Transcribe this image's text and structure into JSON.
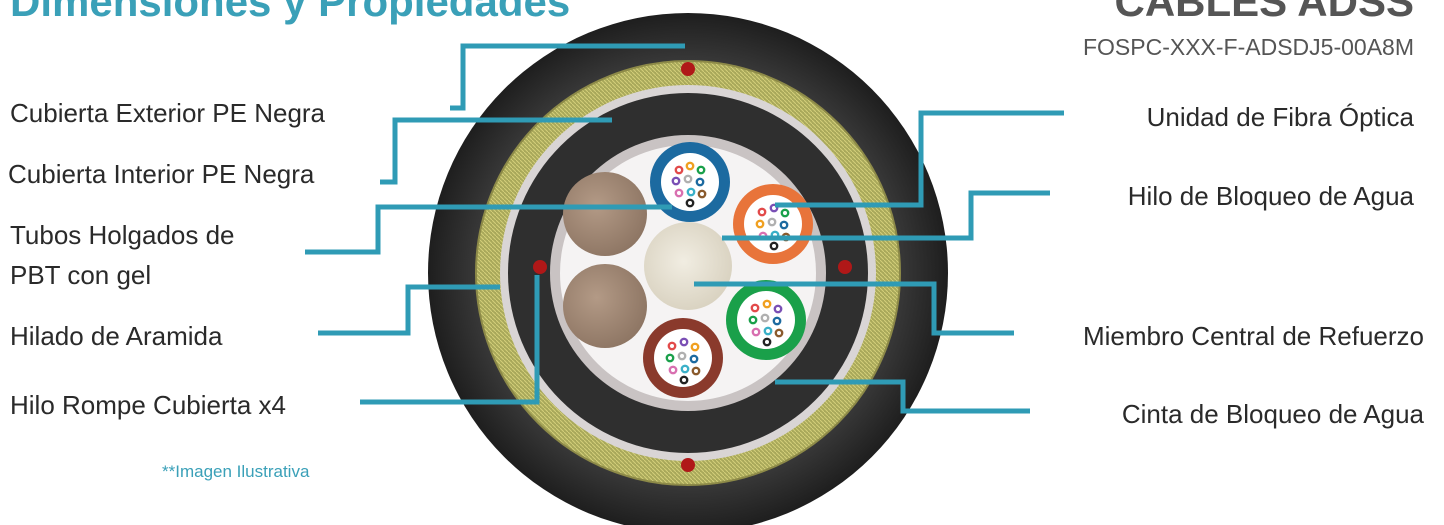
{
  "header": {
    "title": "Dimensiones y Propiedades",
    "product": "CABLES ADSS",
    "model": "FOSPC-XXX-F-ADSDJ5-00A8M"
  },
  "labels": {
    "left": {
      "outer_jacket": "Cubierta Exterior PE Negra",
      "inner_jacket": "Cubierta Interior PE Negra",
      "loose_tubes_line1": "Tubos Holgados de",
      "loose_tubes_line2": "PBT con gel",
      "aramid": "Hilado de Aramida",
      "ripcord": "Hilo Rompe Cubierta x4"
    },
    "right": {
      "fiber_unit": "Unidad de Fibra Óptica",
      "water_yarn": "Hilo de Bloqueo de Agua",
      "central_member": "Miembro Central de Refuerzo",
      "water_tape": "Cinta de Bloqueo de Agua"
    }
  },
  "note": "**Imagen Ilustrativa",
  "colors": {
    "accent": "#3aa0b8",
    "leader_line": "#2f9bb5",
    "outer_jacket": "#2b2b2b",
    "aramid": "#b9b56a",
    "tube_blue": "#1c6aa0",
    "tube_orange": "#e8743a",
    "tube_green": "#1aa04a",
    "tube_brown": "#8a3a2c",
    "filler": "#a08774",
    "central_member": "#e9e4d6"
  }
}
